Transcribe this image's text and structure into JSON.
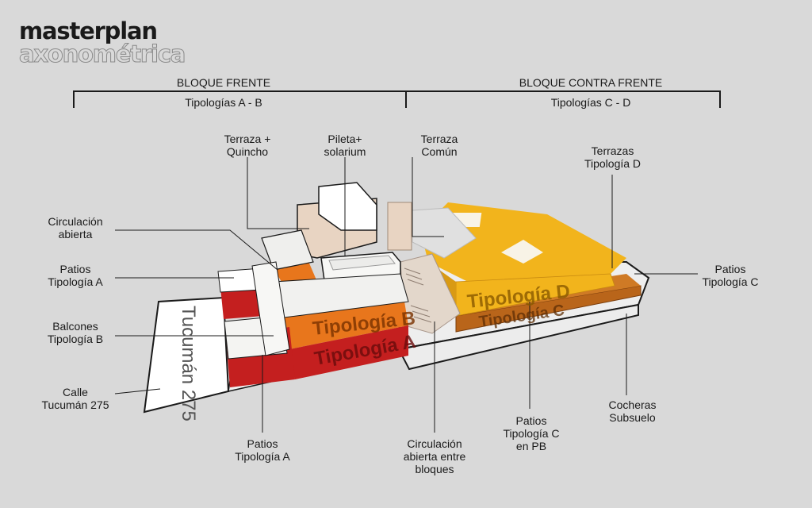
{
  "header": {
    "title": "masterplan",
    "subtitle": "axonométrica"
  },
  "blocks": {
    "front": {
      "label": "BLOQUE FRENTE",
      "types": "Tipologías A - B"
    },
    "back": {
      "label": "BLOQUE CONTRA FRENTE",
      "types": "Tipologías C - D"
    }
  },
  "volume_labels": {
    "a": "Tipología A",
    "b": "Tipología B",
    "c": "Tipología C",
    "d": "Tipología D",
    "street": "Tucumán 275"
  },
  "callouts": {
    "terraza_quincho": "Terraza +\nQuincho",
    "pileta": "Pileta+\nsolarium",
    "terraza_comun": "Terraza\nComún",
    "terrazas_d": "Terrazas\nTipología D",
    "circulacion": "Circulación\nabierta",
    "patios_a_left": "Patios\nTipología A",
    "patios_c_right": "Patios\nTipología C",
    "balcones_b": "Balcones\nTipología B",
    "calle": "Calle\nTucumán 275",
    "patios_a_bottom": "Patios\nTipología A",
    "circulacion_entre": "Circulación\nabierta entre\nbloques",
    "patios_c_pb": "Patios\nTipología C\nen PB",
    "cocheras": "Cocheras\nSubsuelo"
  },
  "colors": {
    "background": "#d9d9d9",
    "tipologia_a": "#c41f1f",
    "tipologia_b": "#e8761c",
    "tipologia_c": "#b9651a",
    "tipologia_d": "#f2b41c",
    "terrace": "#e8d4c2",
    "white_volume": "#f2f2f0"
  }
}
